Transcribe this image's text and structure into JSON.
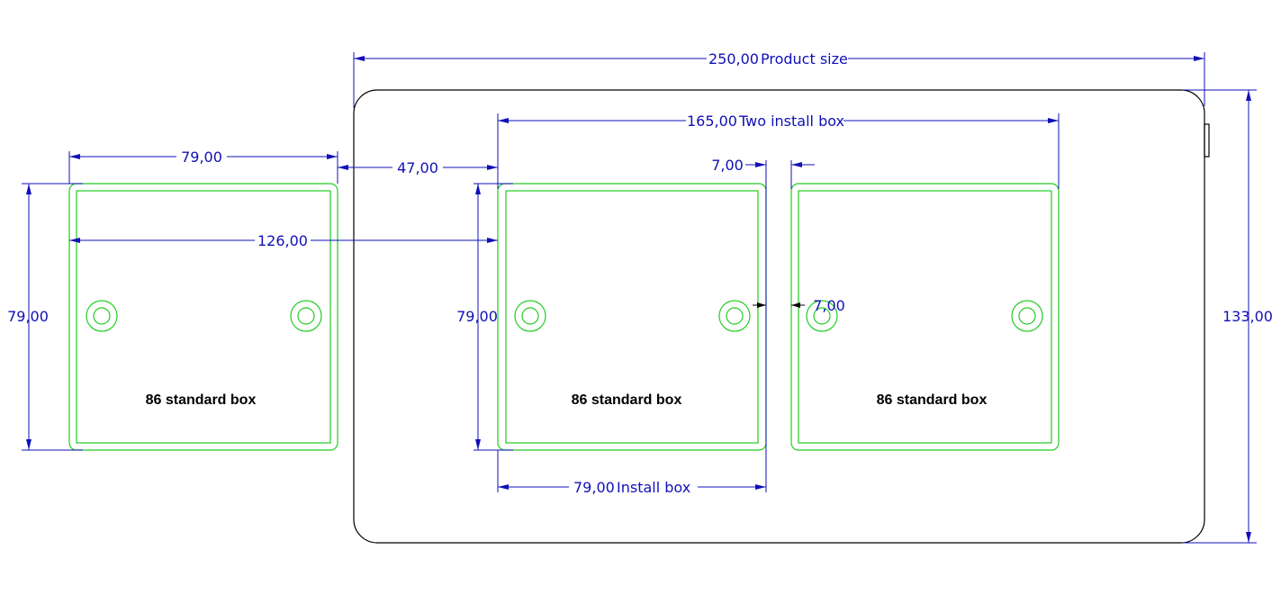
{
  "colors": {
    "dimension": "#1010b8",
    "outline": "#000000",
    "install_box": "#22cc22",
    "label": "#000000"
  },
  "dimensions": {
    "product_width": "250,00",
    "product_width_label": "Product size",
    "product_height": "133,00",
    "two_box_width": "165,00",
    "two_box_width_label": "Two install box",
    "left_box_width": "79,00",
    "left_box_height": "79,00",
    "gap_to_box": "47,00",
    "offset": "126,00",
    "middle_box_height": "79,00",
    "box_gap_top": "7,00",
    "box_gap_mid": "7,00",
    "install_box_width": "79,00",
    "install_box_width_label": "Install box"
  },
  "boxes": [
    {
      "label": "86 standard box"
    },
    {
      "label": "86 standard box"
    },
    {
      "label": "86 standard box"
    }
  ]
}
